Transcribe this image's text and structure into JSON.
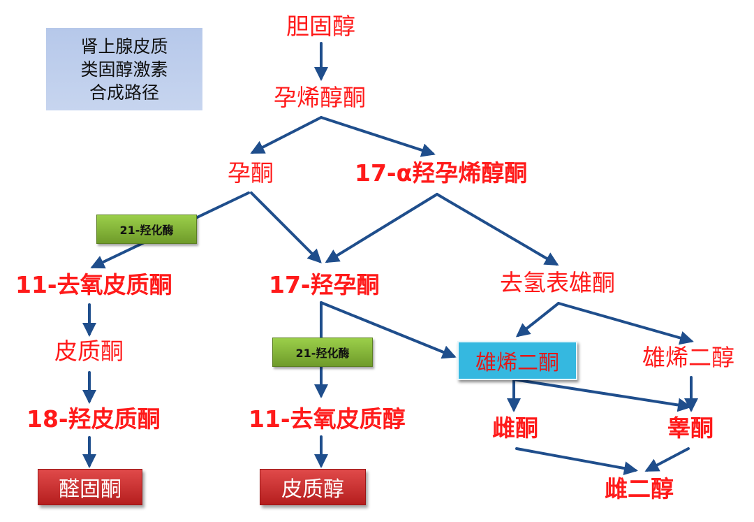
{
  "title_box": {
    "lines": [
      "肾上腺皮质",
      "类固醇激素",
      "合成路径"
    ]
  },
  "compounds": {
    "cholesterol": "胆固醇",
    "pregnenolone": "孕烯醇酮",
    "progesterone": "孕酮",
    "hydroxypregnenolone": "17-α羟孕烯醇酮",
    "deoxycorticosterone": "11-去氧皮质酮",
    "hydroxyprogesterone": "17-羟孕酮",
    "dhea": "去氢表雄酮",
    "corticosterone": "皮质酮",
    "androstenedione": "雄烯二酮",
    "androstenediol": "雄烯二醇",
    "hydroxycorticosterone": "18-羟皮质酮",
    "deoxycortisol": "11-去氧皮质醇",
    "estrone": "雌酮",
    "testosterone": "睾酮",
    "aldosterone": "醛固酮",
    "cortisol": "皮质醇",
    "estradiol": "雌二醇"
  },
  "enzymes": {
    "left": "21-羟化酶",
    "middle": "21-羟化酶"
  },
  "colors": {
    "arrow": "#1f4e8c",
    "compound_text": "#ff1a1a"
  }
}
